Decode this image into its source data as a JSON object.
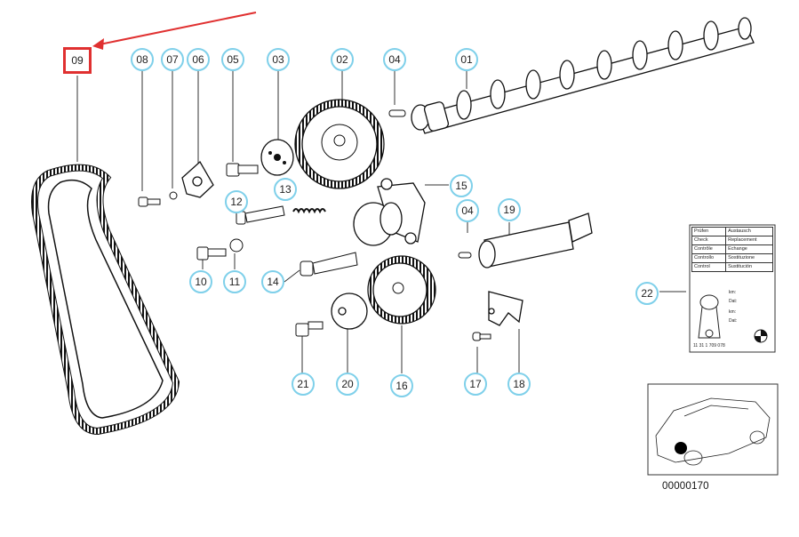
{
  "diagram": {
    "selected_part": "09",
    "parts": [
      "01",
      "02",
      "03",
      "04",
      "04",
      "05",
      "06",
      "07",
      "08",
      "09",
      "10",
      "11",
      "12",
      "13",
      "14",
      "15",
      "16",
      "17",
      "18",
      "19",
      "20",
      "21",
      "22"
    ],
    "label_sheet": {
      "rows": [
        [
          "Prüfen",
          "Austausch"
        ],
        [
          "Check",
          "Replacement"
        ],
        [
          "Contrôle",
          "Echange"
        ],
        [
          "Controllo",
          "Sostituzione"
        ],
        [
          "Control",
          "Sustitución"
        ]
      ],
      "fields": [
        "km:",
        "Dat:",
        "km:",
        "Dat:"
      ],
      "part_number": "11 31 1 709 078"
    },
    "reference_number": "00000170"
  },
  "colors": {
    "callout_border": "#7fd0ea",
    "selected_border": "#e03030",
    "arrow": "#e03030"
  }
}
